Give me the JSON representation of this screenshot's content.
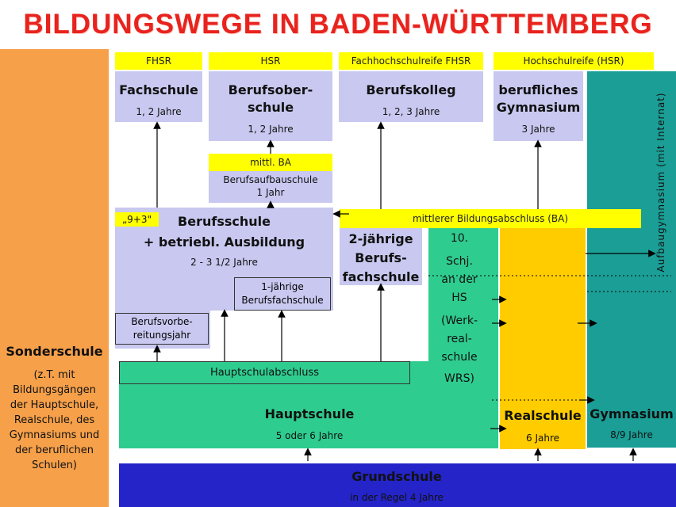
{
  "title": "BILDUNGSWEGE IN BADEN-WÜRTTEMBERG",
  "colors": {
    "title": "#e8231e",
    "sonderschule": "#f6a04a",
    "lavender": "#c8c8f0",
    "yellow": "#ffff00",
    "hauptschule_green": "#2fcc8f",
    "realschule_gold": "#ffcc00",
    "gymnasium_teal": "#1a9e96",
    "grundschule_blue": "#2424c8"
  },
  "headers": {
    "fhsr": "FHSR",
    "hsr": "HSR",
    "fhr": "Fachhochschulreife FHSR",
    "hr": "Hochschulreife (HSR)",
    "mittl_ba": "mittl. BA",
    "mba": "mittlerer Bildungsabschluss (BA)"
  },
  "fachschule": {
    "name": "Fachschule",
    "duration": "1, 2 Jahre"
  },
  "berufsoberschule": {
    "name_line1": "Berufsober-",
    "name_line2": "schule",
    "duration": "1, 2 Jahre"
  },
  "berufskolleg": {
    "name": "Berufskolleg",
    "duration": "1, 2, 3 Jahre"
  },
  "berufliches_gymnasium": {
    "name_line1": "berufliches",
    "name_line2": "Gymnasium",
    "duration": "3 Jahre"
  },
  "berufsaufbauschule": {
    "name": "Berufsaufbauschule",
    "duration": "1 Jahr"
  },
  "berufsschule": {
    "tag": "„9+3\"",
    "name_line1": "Berufsschule",
    "name_line2": "+ betriebl. Ausbildung",
    "duration": "2 - 3 1/2 Jahre"
  },
  "berufsfachschule_1": {
    "line1": "1-jährige",
    "line2": "Berufsfachschule"
  },
  "berufsvorbereitung": {
    "line1": "Berufsvorbe-",
    "line2": "reitungsjahr"
  },
  "berufsfachschule_2": {
    "line1": "2-jährige",
    "line2": "Berufs-",
    "line3": "fachschule"
  },
  "werkrealschule": [
    "10.",
    "Schj.",
    "an der",
    "HS",
    "(Werk-",
    "real-",
    "schule",
    "WRS)"
  ],
  "hauptschulabschluss": "Hauptschulabschluss",
  "hauptschule": {
    "name": "Hauptschule",
    "duration": "5 oder 6 Jahre"
  },
  "realschule": {
    "name": "Realschule",
    "duration": "6 Jahre"
  },
  "gymnasium": {
    "name": "Gymnasium",
    "duration": "8/9 Jahre"
  },
  "aufbaugymnasium": "Aufbaugymnasium (mit Internat)",
  "sonderschule": {
    "name": "Sonderschule",
    "lines": [
      "(z.T. mit",
      "Bildungsgängen",
      "der Hauptschule,",
      "Realschule, des",
      "Gymnasiums und",
      "der beruflichen",
      "Schulen)"
    ]
  },
  "grundschule": {
    "name": "Grundschule",
    "duration": "in der Regel 4 Jahre"
  }
}
